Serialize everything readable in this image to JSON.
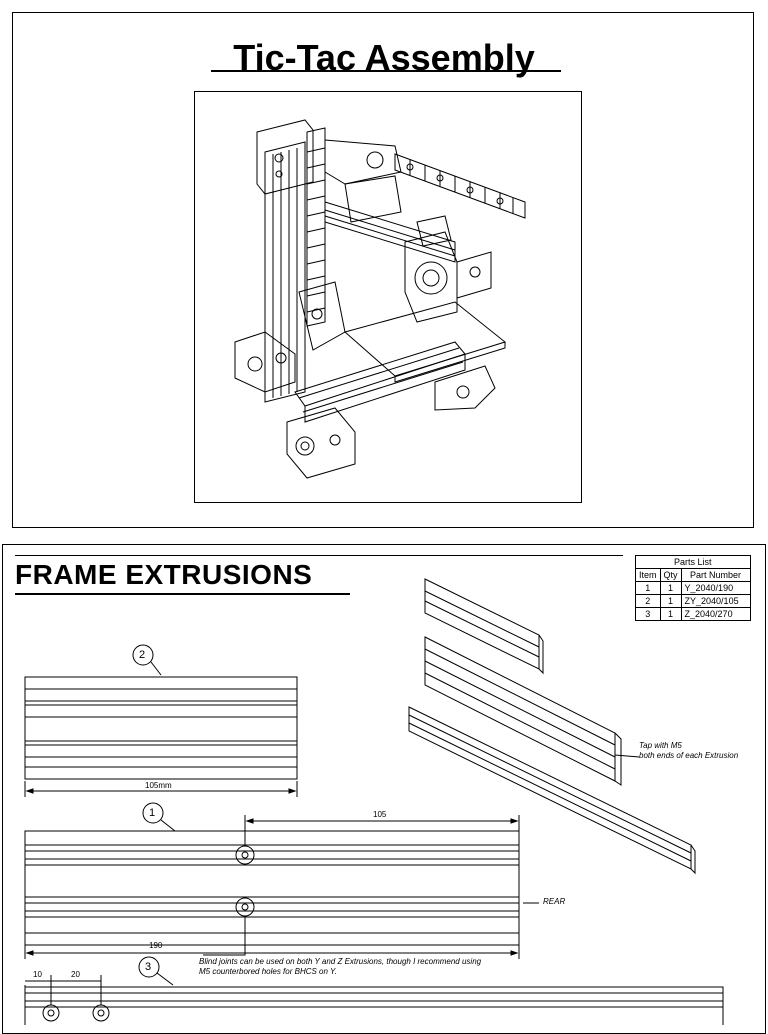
{
  "sheet1": {
    "title": "Tic-Tac Assembly"
  },
  "sheet2": {
    "title": "FRAME EXTRUSIONS",
    "parts_list": {
      "caption": "Parts List",
      "headers": [
        "Item",
        "Qty",
        "Part Number"
      ],
      "rows": [
        [
          "1",
          "1",
          "Y_2040/190"
        ],
        [
          "2",
          "1",
          "ZY_2040/105"
        ],
        [
          "3",
          "1",
          "Z_2040/270"
        ]
      ]
    },
    "balloons": [
      "2",
      "1",
      "3"
    ],
    "dims": {
      "part2_length": "105mm",
      "part1_offset": "105",
      "part1_length": "190",
      "part3_a": "10",
      "part3_b": "20"
    },
    "notes": {
      "tap_line1": "Tap with M5",
      "tap_line2": "both ends of each Extrusion",
      "rear": "REAR",
      "blind_line1": "Blind joints can be used on both Y and Z Extrusions, though I recommend using",
      "blind_line2": "M5 counterbored holes for BHCS on Y."
    }
  }
}
